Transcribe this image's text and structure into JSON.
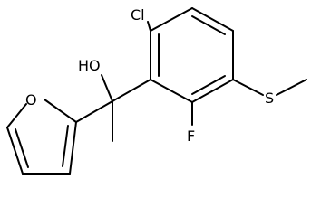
{
  "molecule": {
    "atoms": {
      "cl": "Cl",
      "oh": "HO",
      "f": "F",
      "s": "S",
      "o_furan": "O"
    }
  }
}
